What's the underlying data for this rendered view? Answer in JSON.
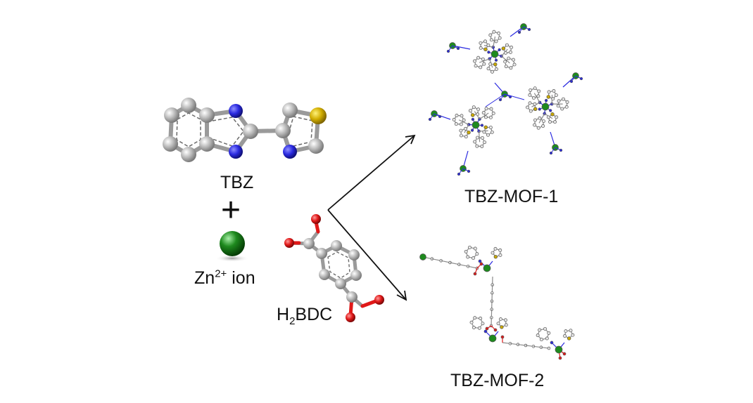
{
  "labels": {
    "tbz": "TBZ",
    "plus": "+",
    "zn_base": "Zn",
    "zn_charge": "2+",
    "zn_suffix": " ion",
    "h2bdc_h": "H",
    "h2bdc_sub": "2",
    "h2bdc_rest": "BDC",
    "mof1": "TBZ-MOF-1",
    "mof2": "TBZ-MOF-2"
  },
  "colors": {
    "carbon": "#b4b4b4",
    "nitrogen": "#2a2ae0",
    "sulfur": "#c9a800",
    "zinc": "#1e8a1e",
    "oxygen": "#e01818",
    "arrow": "#111111"
  },
  "icons": {
    "zn_ion": "green-sphere",
    "arrows": "reaction-arrows"
  }
}
